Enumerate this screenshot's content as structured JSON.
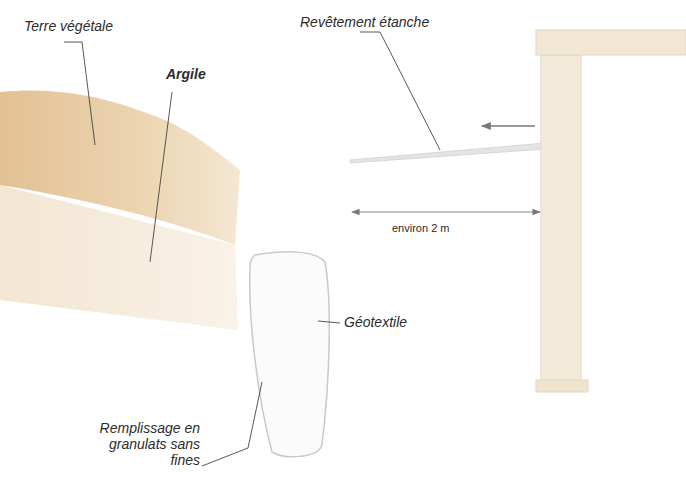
{
  "diagram": {
    "labels": [
      "Terre végétale",
      "Argile",
      "Revêtement étanche",
      "environ 2 m",
      "Géotextile",
      "Remplissage en granulats sans fines"
    ]
  }
}
